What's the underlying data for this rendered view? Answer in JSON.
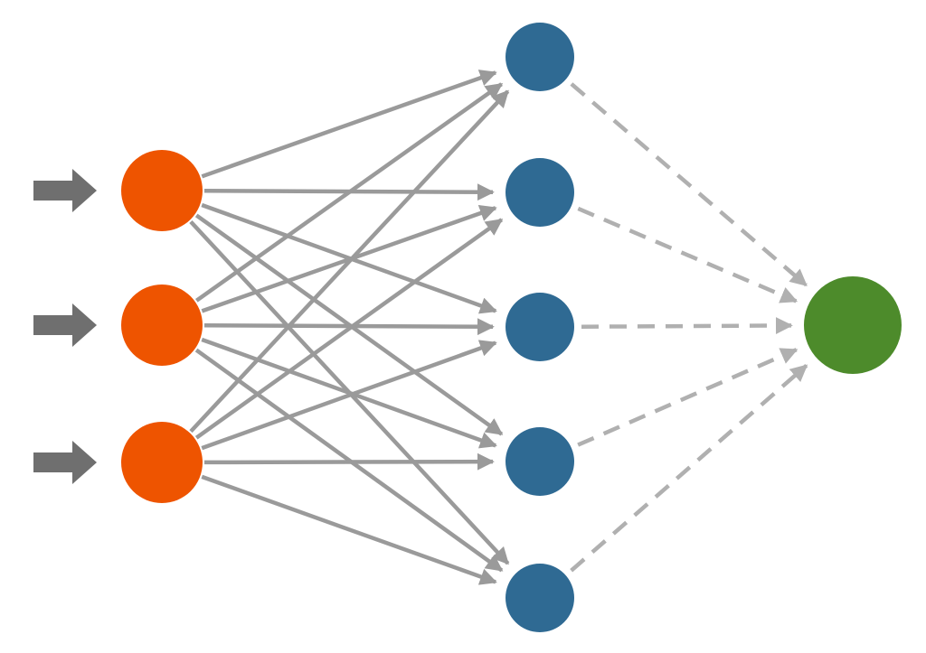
{
  "diagram": {
    "type": "neural-network",
    "layers": [
      {
        "role": "input",
        "nodes": 3,
        "color": "#ee5400"
      },
      {
        "role": "hidden",
        "nodes": 5,
        "color": "#2f6a93"
      },
      {
        "role": "output",
        "nodes": 1,
        "color": "#4d8b2b"
      }
    ],
    "input_arrows": 3,
    "colors": {
      "connection": "#9a9a9a",
      "dashed_connection": "#b0b0b0",
      "input_arrow": "#6f6f6f",
      "background": "#ffffff"
    },
    "connections": {
      "input_to_hidden": "fully-connected-solid-arrows",
      "hidden_to_output": "dashed-arrows"
    }
  }
}
